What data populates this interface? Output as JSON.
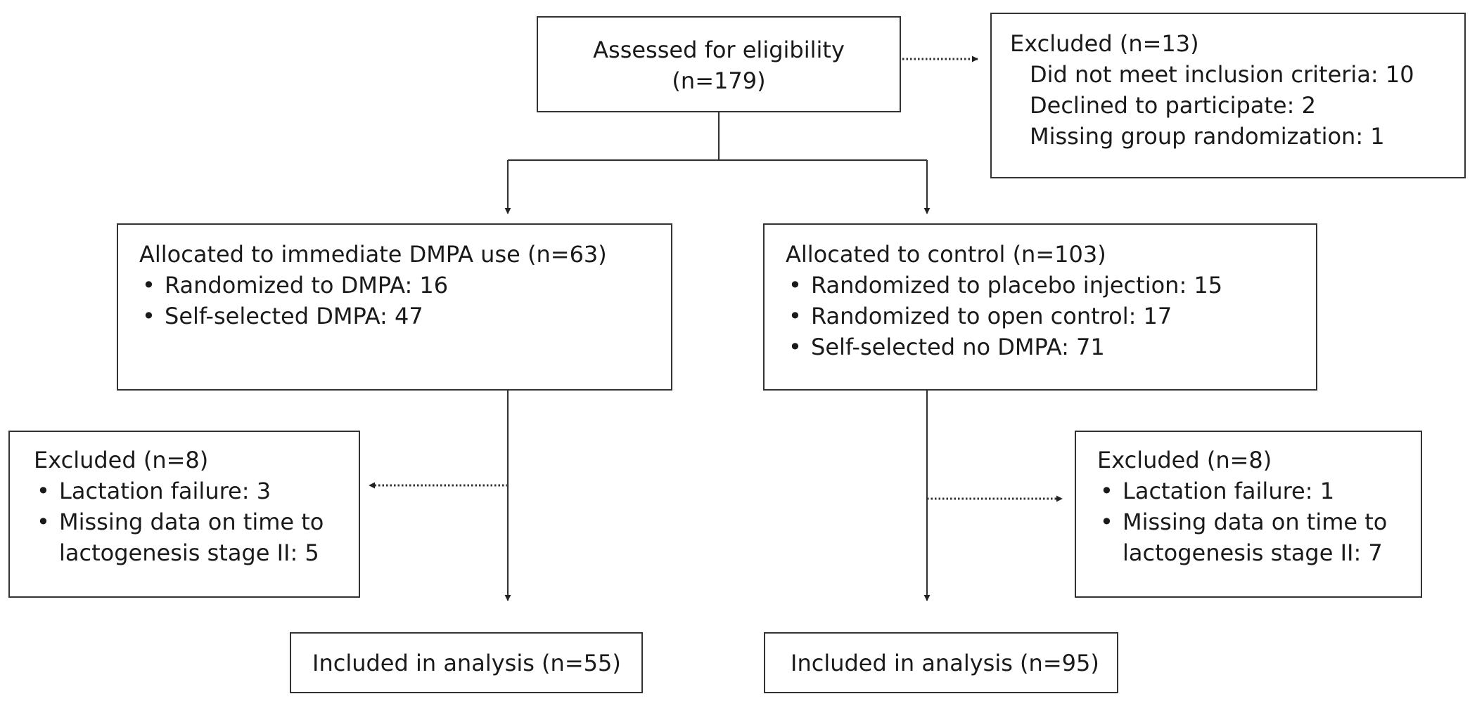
{
  "assessed": {
    "line1": "Assessed for eligibility",
    "line2": "(n=179)"
  },
  "excluded_top": {
    "title": "Excluded (n=13)",
    "items": [
      "Did not meet inclusion criteria: 10",
      "Declined to participate: 2",
      "Missing group randomization: 1"
    ]
  },
  "dmpa_group": {
    "title": "Allocated to immediate DMPA use (n=63)",
    "items": [
      "Randomized to DMPA: 16",
      "Self-selected DMPA: 47"
    ]
  },
  "control_group": {
    "title": "Allocated to control (n=103)",
    "items": [
      "Randomized to placebo injection: 15",
      "Randomized to open control: 17",
      "Self-selected no DMPA: 71"
    ]
  },
  "excluded_left": {
    "title": "Excluded (n=8)",
    "items": [
      {
        "line1": "Lactation failure: 3"
      },
      {
        "line1": "Missing data on time to",
        "line2": "lactogenesis stage II: 5"
      }
    ]
  },
  "excluded_right": {
    "title": "Excluded (n=8)",
    "items": [
      {
        "line1": "Lactation failure: 1"
      },
      {
        "line1": "Missing data on time to",
        "line2": "lactogenesis stage II: 7"
      }
    ]
  },
  "analysis_left": {
    "label": "Included in analysis (n=55)"
  },
  "analysis_right": {
    "label": "Included in analysis (n=95)"
  }
}
